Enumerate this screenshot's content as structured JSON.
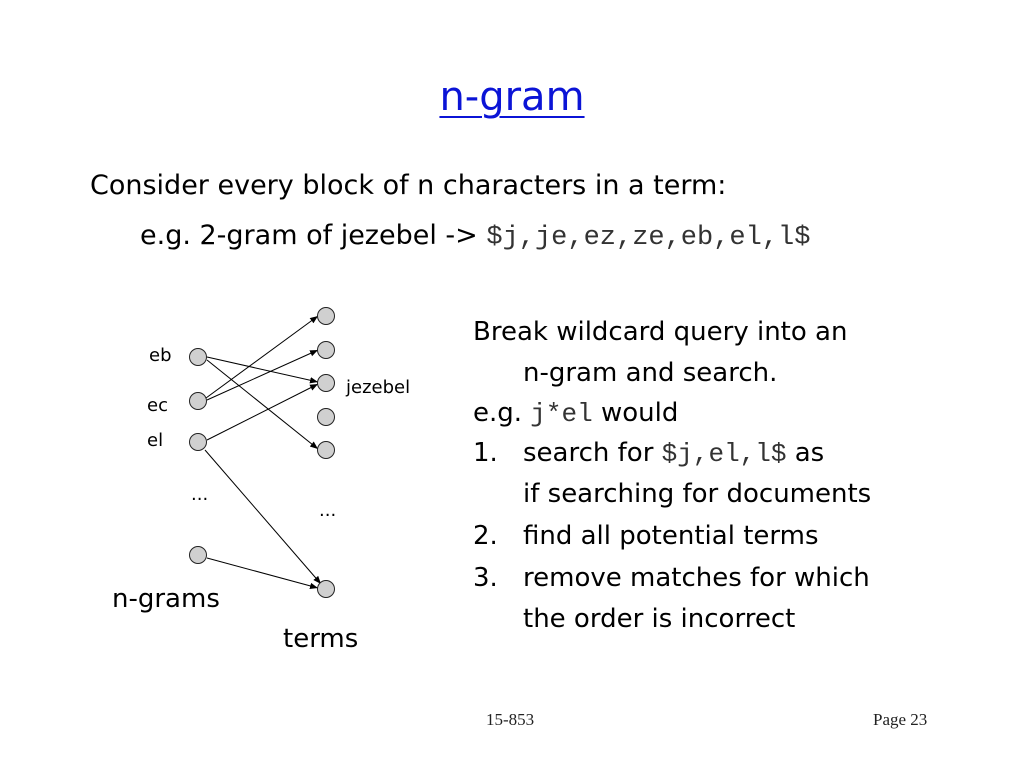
{
  "title": "n-gram",
  "intro": "Consider every block of n characters in a term:",
  "example": {
    "prefix": "e.g. 2-gram of jezebel -> ",
    "grams": "$j,je,ez,ze,eb,el,l$"
  },
  "diagram": {
    "ngram_labels": [
      "eb",
      "ec",
      "el"
    ],
    "ngram_ellipsis": "...",
    "term_label": "jezebel",
    "term_ellipsis": "...",
    "ngrams_caption": "n-grams",
    "terms_caption": "terms"
  },
  "right": {
    "line1": "Break wildcard query into an",
    "line2": "n-gram and search.",
    "eg_prefix": "e.g. ",
    "eg_query": "j*el",
    "eg_suffix": " would",
    "item1_num": "1.",
    "item1_a": "search for ",
    "item1_grams": "$j,el,l$",
    "item1_b": " as",
    "item1_cont": "if searching for documents",
    "item2_num": "2.",
    "item2": "find all potential terms",
    "item3_num": "3.",
    "item3": "remove matches for which",
    "item3_cont": "the order is incorrect"
  },
  "footer": {
    "course": "15-853",
    "page": "Page 23"
  }
}
